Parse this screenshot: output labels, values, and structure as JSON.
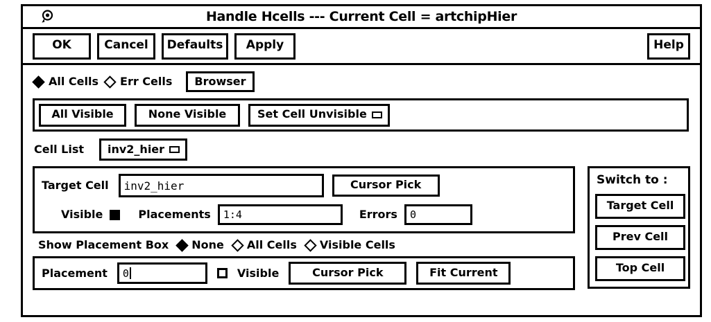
{
  "window": {
    "icon": "magnifier-icon",
    "title": "Handle Hcells --- Current Cell = artchipHier"
  },
  "toolbar": {
    "ok": "OK",
    "cancel": "Cancel",
    "defaults": "Defaults",
    "apply": "Apply",
    "help": "Help"
  },
  "mode_row": {
    "all_cells": "All Cells",
    "err_cells": "Err Cells",
    "selected": "All Cells",
    "browser": "Browser"
  },
  "visibility": {
    "all_visible": "All Visible",
    "none_visible": "None Visible",
    "set_cell_option": "Set Cell Unvisible"
  },
  "cell_list": {
    "label": "Cell List",
    "value": "inv2_hier"
  },
  "target": {
    "label": "Target Cell",
    "value": "inv2_hier",
    "cursor_pick": "Cursor Pick",
    "visible_label": "Visible",
    "visible_checked": true,
    "placements_label": "Placements",
    "placements_value": "1:4",
    "errors_label": "Errors",
    "errors_value": "0"
  },
  "show_box": {
    "label": "Show Placement Box",
    "none": "None",
    "all_cells": "All Cells",
    "visible_cells": "Visible Cells",
    "selected": "None"
  },
  "placement": {
    "label": "Placement",
    "value": "0",
    "visible_label": "Visible",
    "visible_checked": false,
    "cursor_pick": "Cursor Pick",
    "fit_current": "Fit Current"
  },
  "switch_panel": {
    "title": "Switch to :",
    "target_cell": "Target Cell",
    "prev_cell": "Prev  Cell",
    "top_cell": "Top  Cell"
  },
  "colors": {
    "fg": "#000000",
    "bg": "#ffffff"
  }
}
